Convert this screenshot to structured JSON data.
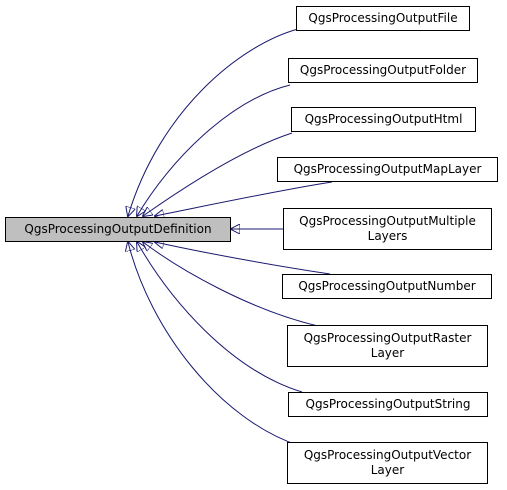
{
  "diagram": {
    "base_class": "QgsProcessingOutputDefinition",
    "derived_classes": [
      "QgsProcessingOutputFile",
      "QgsProcessingOutputFolder",
      "QgsProcessingOutputHtml",
      "QgsProcessingOutputMapLayer",
      "QgsProcessingOutputMultiple\nLayers",
      "QgsProcessingOutputNumber",
      "QgsProcessingOutputRaster\nLayer",
      "QgsProcessingOutputString",
      "QgsProcessingOutputVector\nLayer"
    ],
    "edge_color": "#191970",
    "base_fill": "#bfbfbf"
  }
}
